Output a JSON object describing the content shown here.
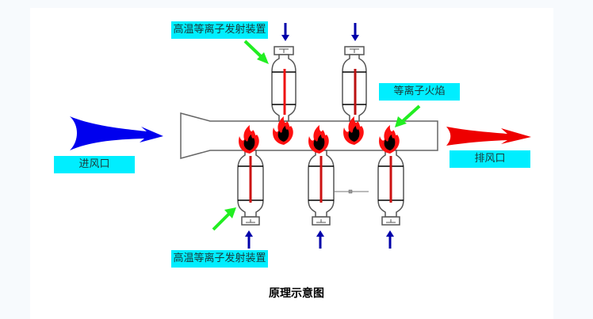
{
  "labels": {
    "emitter_top": "高温等离子发射装置",
    "emitter_bottom": "高温等离子发射装置",
    "plasma_flame": "等离子火焰",
    "inlet": "进风口",
    "outlet": "排风口"
  },
  "caption": "原理示意图",
  "colors": {
    "label_bg": "#00eeff",
    "inlet_arrow": "#0000ee",
    "outlet_arrow": "#ee0000",
    "feed_arrow": "#0000aa",
    "pointer_arrow": "#22ee22",
    "rod": "#dd1111",
    "flame": "#ff1010"
  },
  "emitters": [
    {
      "position": "top",
      "index": 1
    },
    {
      "position": "top",
      "index": 2
    },
    {
      "position": "bottom",
      "index": 1
    },
    {
      "position": "bottom",
      "index": 2
    },
    {
      "position": "bottom",
      "index": 3
    }
  ]
}
